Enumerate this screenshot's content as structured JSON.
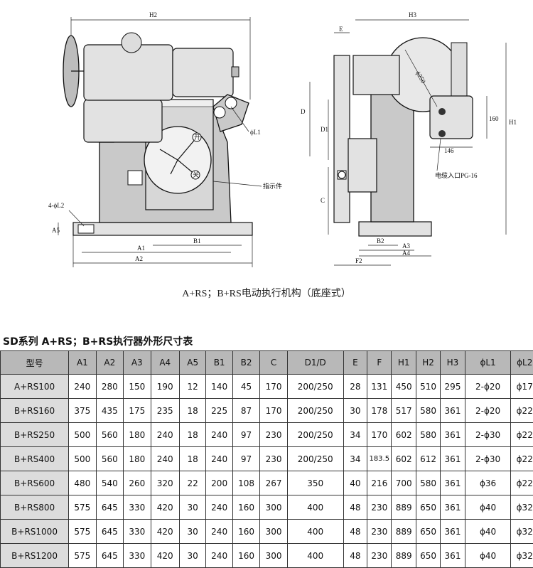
{
  "drawing": {
    "labels": {
      "h2": "H2",
      "h3": "H3",
      "e": "E",
      "d": "D",
      "d1": "D1",
      "c": "C",
      "h1": "H1",
      "a1": "A1",
      "a2": "A2",
      "b1": "B1",
      "b2": "B2",
      "a3": "A3",
      "a4": "A4",
      "f2": "F2",
      "a5": "A5",
      "l1": "ϕL1",
      "l2": "4-ϕL2",
      "dia250": "ϕ250",
      "d160": "160",
      "d146": "146",
      "indicator": "指示件",
      "cable": "电缆入口PG-16",
      "mark_open": "开",
      "mark_close": "关"
    },
    "caption": "A+RS；B+RS电动执行机构（底座式）"
  },
  "table": {
    "title": "SD系列 A+RS；B+RS执行器外形尺寸表",
    "headers": [
      "型号",
      "A1",
      "A2",
      "A3",
      "A4",
      "A5",
      "B1",
      "B2",
      "C",
      "D1/D",
      "E",
      "F",
      "H1",
      "H2",
      "H3",
      "ϕL1",
      "ϕL2"
    ],
    "rows": [
      [
        "A+RS100",
        "240",
        "280",
        "150",
        "190",
        "12",
        "140",
        "45",
        "170",
        "200/250",
        "28",
        "131",
        "450",
        "510",
        "295",
        "2-ϕ20",
        "ϕ17"
      ],
      [
        "B+RS160",
        "375",
        "435",
        "175",
        "235",
        "18",
        "225",
        "87",
        "170",
        "200/250",
        "30",
        "178",
        "517",
        "580",
        "361",
        "2-ϕ20",
        "ϕ22"
      ],
      [
        "B+RS250",
        "500",
        "560",
        "180",
        "240",
        "18",
        "240",
        "97",
        "230",
        "200/250",
        "34",
        "170",
        "602",
        "580",
        "361",
        "2-ϕ30",
        "ϕ22"
      ],
      [
        "B+RS400",
        "500",
        "560",
        "180",
        "240",
        "18",
        "240",
        "97",
        "230",
        "200/250",
        "34",
        "183.5",
        "602",
        "612",
        "361",
        "2-ϕ30",
        "ϕ22"
      ],
      [
        "B+RS600",
        "480",
        "540",
        "260",
        "320",
        "22",
        "200",
        "108",
        "267",
        "350",
        "40",
        "216",
        "700",
        "580",
        "361",
        "ϕ36",
        "ϕ22"
      ],
      [
        "B+RS800",
        "575",
        "645",
        "330",
        "420",
        "30",
        "240",
        "160",
        "300",
        "400",
        "48",
        "230",
        "889",
        "650",
        "361",
        "ϕ40",
        "ϕ32"
      ],
      [
        "B+RS1000",
        "575",
        "645",
        "330",
        "420",
        "30",
        "240",
        "160",
        "300",
        "400",
        "48",
        "230",
        "889",
        "650",
        "361",
        "ϕ40",
        "ϕ32"
      ],
      [
        "B+RS1200",
        "575",
        "645",
        "330",
        "420",
        "30",
        "240",
        "160",
        "300",
        "400",
        "48",
        "230",
        "889",
        "650",
        "361",
        "ϕ40",
        "ϕ32"
      ]
    ]
  }
}
